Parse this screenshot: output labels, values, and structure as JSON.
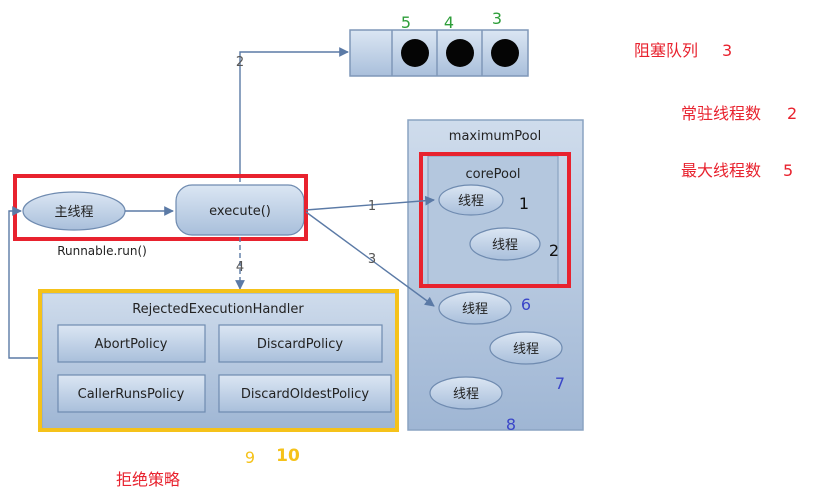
{
  "diagram": {
    "queue": {
      "numbers": [
        "5",
        "4",
        "3"
      ]
    },
    "edges": {
      "e1": "1",
      "e2": "2",
      "e3": "3",
      "e4": "4"
    },
    "main_thread": "主线程",
    "runnable": "Runnable.run()",
    "execute": "execute()",
    "maximum_pool": {
      "title": "maximumPool",
      "threads": [
        "线程",
        "线程",
        "线程"
      ],
      "numbers": [
        "6",
        "7",
        "8"
      ]
    },
    "core_pool": {
      "title": "corePool",
      "threads": [
        "线程",
        "线程"
      ],
      "numbers": [
        "1",
        "2"
      ]
    },
    "handler": {
      "title": "RejectedExecutionHandler",
      "policies": [
        "AbortPolicy",
        "DiscardPolicy",
        "CallerRunsPolicy",
        "DiscardOldestPolicy"
      ],
      "numbers": [
        "9",
        "10"
      ],
      "caption": "拒绝策略"
    },
    "notes": [
      {
        "label": "阻塞队列",
        "value": "3"
      },
      {
        "label": "常驻线程数",
        "value": "2"
      },
      {
        "label": "最大线程数",
        "value": "5"
      }
    ]
  },
  "colors": {
    "red": "#e8222e",
    "yellow": "#f5c21a",
    "green": "#2e9e3a",
    "blue": "#3a46c8",
    "box_fill": "#bfcfe4",
    "box_stroke": "#8aa3c2",
    "arrow": "#5b7aa6"
  }
}
